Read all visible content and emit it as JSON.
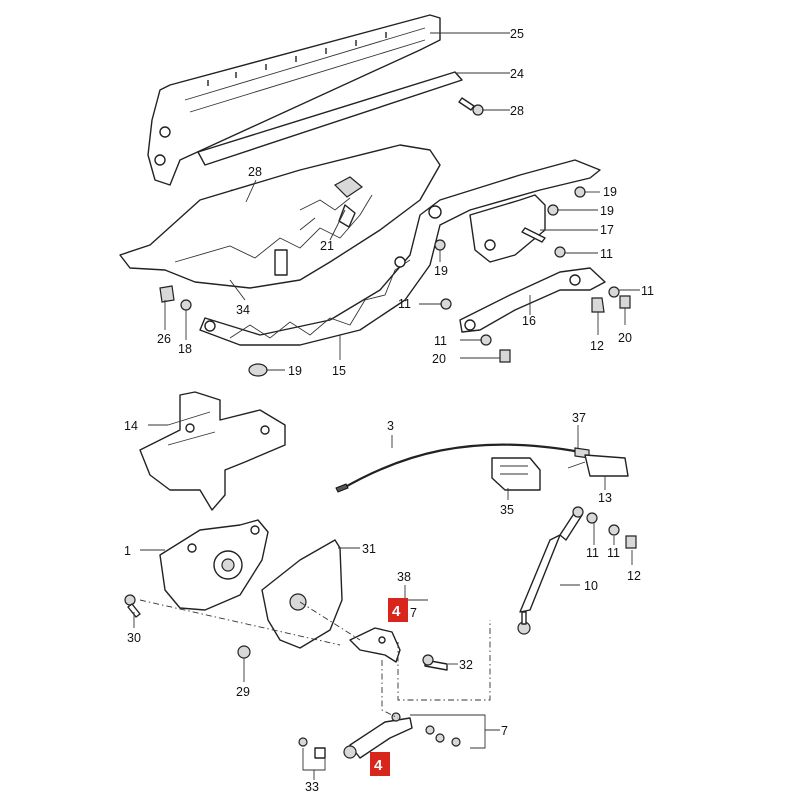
{
  "diagram": {
    "labels": [
      "25",
      "24",
      "28",
      "28",
      "19",
      "19",
      "17",
      "11",
      "19",
      "21",
      "34",
      "11",
      "11",
      "16",
      "12",
      "20",
      "26",
      "18",
      "11",
      "20",
      "19",
      "15",
      "14",
      "3",
      "37",
      "35",
      "13",
      "1",
      "31",
      "38",
      "7",
      "11",
      "11",
      "12",
      "10",
      "30",
      "32",
      "29",
      "7",
      "33"
    ],
    "highlighted": [
      "4",
      "4"
    ]
  },
  "colors": {
    "highlight": "#d9261c",
    "line": "#222222",
    "background": "#ffffff"
  }
}
